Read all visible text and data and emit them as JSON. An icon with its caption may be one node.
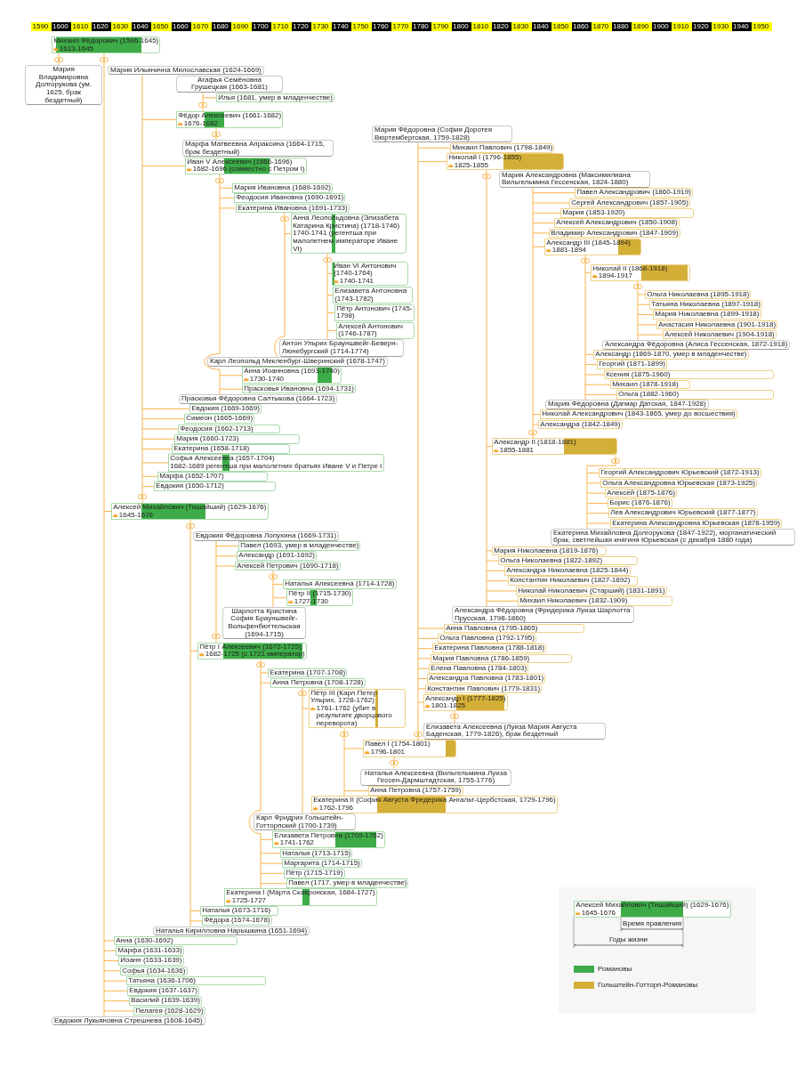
{
  "diagram": {
    "nodes": [
      {
        "text": [
          "Михаил Фёдорович (1596-1645)",
          "1613-1645"
        ]
      },
      {
        "text": [],
        "shape": "rings"
      },
      {
        "text": [],
        "shape": "rings"
      },
      {
        "text": [
          "Мария Владимировна Долгорукова (ум. 1625, брак бездетный)"
        ]
      },
      {
        "text": [
          "Мария Ильинична Милославская (1624-1669)"
        ]
      },
      {
        "text": [
          "Агафья Семёновна Грушецкая (1663-1681)"
        ]
      },
      {
        "text": [
          "Илья (1681, умер в младенчестве)"
        ]
      },
      {
        "text": [],
        "shape": "rings"
      },
      {
        "text": [
          "Фёдор Алексеевич (1661-1682)",
          "1676-1682"
        ]
      },
      {
        "text": [],
        "shape": "rings"
      },
      {
        "text": [
          "Марфа Матвеевна Апраксина (1664-1715, брак бездетный)"
        ]
      },
      {
        "text": [
          "Иван V Алексеевич (1666-1696)",
          "1682-1696 (совместно с Петром I)"
        ]
      },
      {
        "text": [],
        "shape": "rings"
      },
      {
        "text": [
          "Мария Ивановна (1689-1692)"
        ]
      },
      {
        "text": [
          "Феодосия Ивановна (1690-1691)"
        ]
      },
      {
        "text": [
          "Екатерина Ивановна (1691-1733)"
        ]
      },
      {
        "text": [],
        "shape": "rings"
      },
      {
        "text": [
          "Анна Леопольдовна (Элизабета Катарина Кристина) (1718-1746)",
          "1740-1741 (регентша при малолетнем императоре Иване VI)"
        ]
      },
      {
        "text": [],
        "shape": "rings"
      },
      {
        "text": [
          "Иван VI Антонович (1740-1764)",
          "1740-1741"
        ]
      },
      {
        "text": [
          "Елизавета Антоновна (1743-1782)"
        ]
      },
      {
        "text": [
          "Пётр Антонович (1745-1798)"
        ]
      },
      {
        "text": [
          "Алексей Антонович (1746-1787)"
        ]
      },
      {
        "text": [
          "Антон Ульрих Брауншвейг-Беверн-Люнебургский (1714-1774)"
        ]
      },
      {
        "text": [
          "Мария Фёдоровна (София Доротея Вюртембергская, 1759-1828)"
        ]
      },
      {
        "text": [
          "Карл Леопольд Мекленбург-Шверинский (1678-1747)"
        ]
      },
      {
        "text": [
          "Михаил Павлович (1798-1849)"
        ]
      },
      {
        "text": [
          "Анна Иоанновна (1693-1740)",
          "1730-1740"
        ]
      },
      {
        "text": [
          "Николай I (1796-1855)",
          "1825-1855"
        ]
      },
      {
        "text": [
          "Прасковья Ивановна (1694-1731)"
        ]
      },
      {
        "text": [],
        "shape": "rings"
      },
      {
        "text": [
          "Мария Александровна (Максимилиана Вильгельмина Гессенская, 1824-1880)"
        ]
      },
      {
        "text": [
          "Прасковья Фёдоровна Салтыкова (1664-1723)"
        ]
      },
      {
        "text": [
          "Павел Александрович (1860-1919)"
        ]
      },
      {
        "text": [
          "Евдокия (1669-1669)"
        ]
      },
      {
        "text": [
          "Сергей Александрович (1857-1905)"
        ]
      },
      {
        "text": [
          "Симеон (1665-1669)"
        ]
      },
      {
        "text": [
          "Мария (1853-1920)"
        ]
      },
      {
        "text": [
          "Феодосия (1662-1713)"
        ]
      },
      {
        "text": [
          "Алексей Александрович (1850-1908)"
        ]
      },
      {
        "text": [
          "Мария (1660-1723)"
        ]
      },
      {
        "text": [
          "Владимир Александрович (1847-1909)"
        ]
      },
      {
        "text": [
          "Екатерина (1658-1718)"
        ]
      },
      {
        "text": [
          "Александр III (1845-1894)",
          "1881-1894"
        ]
      },
      {
        "text": [
          "Софья Алексеевна (1657-1704)",
          "1682-1689 регентша при малолетних братьях Иване V и Петре I"
        ]
      },
      {
        "text": [],
        "shape": "rings"
      },
      {
        "text": [
          "Николай II (1868-1918)",
          "1894-1917"
        ]
      },
      {
        "text": [
          "Марфа (1652-1707)"
        ]
      },
      {
        "text": [
          "Евдокия (1650-1712)"
        ]
      },
      {
        "text": [],
        "shape": "rings"
      },
      {
        "text": [],
        "shape": "rings"
      },
      {
        "text": [
          "Ольга Николаевна (1895-1918)"
        ]
      },
      {
        "text": [
          "Алексей Михайлович (Тишайший) (1629-1676)",
          "1645-1676"
        ]
      },
      {
        "text": [
          "Татьяна Николаевна (1897-1918)"
        ]
      },
      {
        "text": [
          "Мария Николаевна (1899-1918)"
        ]
      },
      {
        "text": [
          "Анастасия Николаевна (1901-1918)"
        ]
      },
      {
        "text": [],
        "shape": "rings"
      },
      {
        "text": [
          "Алексей Николаевич (1904-1918)"
        ]
      },
      {
        "text": [
          "Евдокия Фёдоровна Лопухина (1669-1731)"
        ]
      },
      {
        "text": [
          "Александра Фёдоровна (Алиса Гессенская, 1872-1918)"
        ]
      },
      {
        "text": [
          "Павел (1693, умер в младенчестве)"
        ]
      },
      {
        "text": [
          "Александр (1691-1692)"
        ]
      },
      {
        "text": [
          "Александр (1869-1870, умер в младенчестве)"
        ]
      },
      {
        "text": [
          "Алексей Петрович (1690-1718)"
        ]
      },
      {
        "text": [
          "Георгий (1871-1899)"
        ]
      },
      {
        "text": [
          "Ксения (1875-1960)"
        ]
      },
      {
        "text": [],
        "shape": "rings"
      },
      {
        "text": [
          "Наталья Алексеевна (1714-1728)"
        ]
      },
      {
        "text": [
          "Михаил (1878-1918)"
        ]
      },
      {
        "text": [
          "Ольга (1882-1960)"
        ]
      },
      {
        "text": [
          "Пётр II (1715-1730)",
          "1727-1730"
        ]
      },
      {
        "text": [
          "Мария Фёдоровна (Дагмар Датская, 1847-1928)"
        ]
      },
      {
        "text": [
          "Шарлотта Кристина София Брауншвейг-Вольфенбюттельская (1694-1715)"
        ]
      },
      {
        "text": [
          "Николай Александрович (1843-1865, умер до восшествия)"
        ]
      },
      {
        "text": [],
        "shape": "rings"
      },
      {
        "text": [
          "Александра (1842-1849)"
        ]
      },
      {
        "text": [],
        "shape": "rings"
      },
      {
        "text": [
          "Пётр I Алексеевич (1672-1725)",
          "1682-1725 (с 1721 император)"
        ]
      },
      {
        "text": [
          "Александр II (1818-1881)",
          "1855-1881"
        ]
      },
      {
        "text": [],
        "shape": "rings"
      },
      {
        "text": [
          "Екатерина (1707-1708)"
        ]
      },
      {
        "text": [],
        "shape": "rings"
      },
      {
        "text": [
          "Анна Петровна (1708-1728)"
        ]
      },
      {
        "text": [
          "Георгий Александрович Юрьевский (1872-1913)"
        ]
      },
      {
        "text": [],
        "shape": "rings"
      },
      {
        "text": [
          "Ольга Александровна Юрьевская (1873-1925)"
        ]
      },
      {
        "text": [
          "Пётр III (Карл Петер Ульрих, 1728-1762)",
          "1761-1762 (убит в результате дворцового переворота)"
        ]
      },
      {
        "text": [
          "Алексей (1875-1876)"
        ]
      },
      {
        "text": [
          "Борис (1876-1876)"
        ]
      },
      {
        "text": [],
        "shape": "rings"
      },
      {
        "text": [
          "Лев Александрович Юрьевский (1877-1877)"
        ]
      },
      {
        "text": [
          "Екатерина Александровна Юрьевская (1878-1959)"
        ]
      },
      {
        "text": [
          "Екатерина Михайловна Долгорукова (1847-1922), морганатический брак, светлейшая княгиня Юрьевская (с декабря 1880 года)"
        ]
      },
      {
        "text": [
          "Мария Николаевна (1819-1876)"
        ]
      },
      {
        "text": [
          "Ольга Николаевна (1822-1892)"
        ]
      },
      {
        "text": [
          "Александра Николаевна (1825-1844)"
        ]
      },
      {
        "text": [
          "Константин Николаевич (1827-1892)"
        ]
      },
      {
        "text": [
          "Николай Николаевич (Старший) (1831-1891)"
        ]
      },
      {
        "text": [
          "Михаил Николаевич (1832-1909)"
        ]
      },
      {
        "text": [
          "Александра Фёдоровна (Фридерика Луиза Шарлотта Прусская, 1798-1860)"
        ]
      },
      {
        "text": [
          "Анна Павловна (1795-1865)"
        ]
      },
      {
        "text": [
          "Ольга Павловна (1792-1795)"
        ]
      },
      {
        "text": [
          "Екатерина Павловна (1788-1818)"
        ]
      },
      {
        "text": [
          "Мария Павловна (1786-1859)"
        ]
      },
      {
        "text": [
          "Елена Павловна (1784-1803)"
        ]
      },
      {
        "text": [
          "Александра Павловна (1783-1801)"
        ]
      },
      {
        "text": [
          "Константин Павлович (1779-1831)"
        ]
      },
      {
        "text": [
          "Александр I (1777-1825)",
          "1801-1825"
        ]
      },
      {
        "text": [],
        "shape": "rings"
      },
      {
        "text": [
          "Елизавета Алексеевна (Луиза Мария Августа Баденская, 1779-1826), брак бездетный"
        ]
      },
      {
        "text": [],
        "shape": "rings"
      },
      {
        "text": [
          "Павел I (1754-1801)",
          "1796-1801"
        ]
      },
      {
        "text": [],
        "shape": "rings"
      },
      {
        "text": [
          "Наталья Алексеевна (Вильгельмина Луиза Гессен-Дармштадтская, 1755-1776)"
        ]
      },
      {
        "text": [
          "Анна Петровна (1757-1759)"
        ]
      },
      {
        "text": [
          "Екатерина II (София Августа Фредерика Ангальт-Цербстская, 1729-1796)",
          "1762-1796"
        ]
      },
      {
        "text": [
          "Карл Фридрих Гольштейн-Готторпский (1700-1739)"
        ]
      },
      {
        "text": [
          "Елизавета Петровна (1709-1762)",
          "1741-1762"
        ]
      },
      {
        "text": [
          "Наталья (1713-1715)"
        ]
      },
      {
        "text": [
          "Маргарита (1714-1715)"
        ]
      },
      {
        "text": [
          "Пётр (1715-1719)"
        ]
      },
      {
        "text": [
          "Павел (1717, умер в младенчестве)"
        ]
      },
      {
        "text": [
          "Екатерина I (Марта Скавронская, 1684-1727)",
          "1725-1727"
        ]
      },
      {
        "text": [
          "Наталья (1673-1716)"
        ]
      },
      {
        "text": [
          "Фёдора (1674-1678)"
        ]
      },
      {
        "text": [
          "Наталья Кирилловна Нарышкина (1651-1694)"
        ]
      },
      {
        "text": [
          "Анна (1630-1692)"
        ]
      },
      {
        "text": [
          "Марфа (1631-1633)"
        ]
      },
      {
        "text": [
          "Иоанн (1633-1639)"
        ]
      },
      {
        "text": [
          "Софья (1634-1636)"
        ]
      },
      {
        "text": [
          "Татьяна (1636-1706)"
        ]
      },
      {
        "text": [
          "Евдокия (1637-1637)"
        ]
      },
      {
        "text": [
          "Василий (1639-1639)"
        ]
      },
      {
        "text": [
          "Пелагея (1628-1629)"
        ]
      },
      {
        "text": [
          "Евдокия Лукьяновна Стрешнева (1608-1645)"
        ]
      },
      {
        "text": [
          "Алексей Михайлович (Тишайший) (1629-1676)",
          "1645-1676"
        ]
      }
    ],
    "edges": [
      {
        "from": 0,
        "to": 1,
        "arrow": "none"
      },
      {
        "from": 1,
        "to": 3,
        "arrow": "none"
      },
      {
        "from": 0,
        "to": 2,
        "arrow": "none"
      },
      {
        "from": 2,
        "to": 52,
        "arrow": "none"
      },
      {
        "from": 2,
        "to": 126,
        "arrow": "none"
      },
      {
        "from": 2,
        "to": 127,
        "arrow": "none"
      },
      {
        "from": 2,
        "to": 128,
        "arrow": "none"
      },
      {
        "from": 2,
        "to": 129,
        "arrow": "none"
      },
      {
        "from": 2,
        "to": 130,
        "arrow": "none"
      },
      {
        "from": 2,
        "to": 131,
        "arrow": "none"
      },
      {
        "from": 2,
        "to": 132,
        "arrow": "none"
      },
      {
        "from": 2,
        "to": 133,
        "arrow": "none"
      },
      {
        "from": 2,
        "to": 134,
        "arrow": "none"
      },
      {
        "from": 8,
        "to": 7,
        "arrow": "none"
      },
      {
        "from": 7,
        "to": 6,
        "arrow": "none"
      },
      {
        "from": 7,
        "to": 5,
        "arrow": "none"
      },
      {
        "from": 8,
        "to": 9,
        "arrow": "none"
      },
      {
        "from": 9,
        "to": 10,
        "arrow": "none"
      },
      {
        "from": 11,
        "to": 12,
        "arrow": "none"
      },
      {
        "from": 12,
        "to": 13,
        "arrow": "none"
      },
      {
        "from": 12,
        "to": 14,
        "arrow": "none"
      },
      {
        "from": 12,
        "to": 15,
        "arrow": "none"
      },
      {
        "from": 12,
        "to": 27,
        "arrow": "none"
      },
      {
        "from": 12,
        "to": 29,
        "arrow": "none"
      },
      {
        "from": 12,
        "to": 32,
        "arrow": "none"
      },
      {
        "from": 15,
        "to": 16,
        "arrow": "none"
      },
      {
        "from": 16,
        "to": 17,
        "arrow": "none"
      },
      {
        "from": 16,
        "to": 25,
        "arrow": "none"
      },
      {
        "from": 17,
        "to": 18,
        "arrow": "none"
      },
      {
        "from": 18,
        "to": 19,
        "arrow": "none"
      },
      {
        "from": 18,
        "to": 20,
        "arrow": "none"
      },
      {
        "from": 18,
        "to": 21,
        "arrow": "none"
      },
      {
        "from": 18,
        "to": 22,
        "arrow": "none"
      },
      {
        "from": 18,
        "to": 23,
        "arrow": "none"
      },
      {
        "from": 28,
        "to": 30,
        "arrow": "none"
      },
      {
        "from": 30,
        "to": 78,
        "arrow": "none"
      },
      {
        "from": 30,
        "to": 93,
        "arrow": "none"
      },
      {
        "from": 30,
        "to": 94,
        "arrow": "none"
      },
      {
        "from": 30,
        "to": 95,
        "arrow": "none"
      },
      {
        "from": 30,
        "to": 96,
        "arrow": "none"
      },
      {
        "from": 30,
        "to": 97,
        "arrow": "none"
      },
      {
        "from": 30,
        "to": 98,
        "arrow": "none"
      },
      {
        "from": 30,
        "to": 99,
        "arrow": "none"
      },
      {
        "from": 43,
        "to": 45,
        "arrow": "none"
      },
      {
        "from": 45,
        "to": 46,
        "arrow": "none"
      },
      {
        "from": 45,
        "to": 62,
        "arrow": "none"
      },
      {
        "from": 45,
        "to": 64,
        "arrow": "none"
      },
      {
        "from": 45,
        "to": 65,
        "arrow": "none"
      },
      {
        "from": 45,
        "to": 68,
        "arrow": "none"
      },
      {
        "from": 45,
        "to": 69,
        "arrow": "none"
      },
      {
        "from": 45,
        "to": 71,
        "arrow": "none"
      },
      {
        "from": 46,
        "to": 49,
        "arrow": "none"
      },
      {
        "from": 49,
        "to": 51,
        "arrow": "none"
      },
      {
        "from": 49,
        "to": 53,
        "arrow": "none"
      },
      {
        "from": 49,
        "to": 54,
        "arrow": "none"
      },
      {
        "from": 49,
        "to": 55,
        "arrow": "none"
      },
      {
        "from": 49,
        "to": 57,
        "arrow": "none"
      },
      {
        "from": 49,
        "to": 59,
        "arrow": "none"
      },
      {
        "from": 52,
        "to": 50,
        "arrow": "none"
      },
      {
        "from": 50,
        "to": 48,
        "arrow": "none"
      },
      {
        "from": 50,
        "to": 47,
        "arrow": "none"
      },
      {
        "from": 50,
        "to": 44,
        "arrow": "none"
      },
      {
        "from": 50,
        "to": 42,
        "arrow": "none"
      },
      {
        "from": 50,
        "to": 40,
        "arrow": "none"
      },
      {
        "from": 50,
        "to": 38,
        "arrow": "none"
      },
      {
        "from": 50,
        "to": 36,
        "arrow": "none"
      },
      {
        "from": 50,
        "to": 34,
        "arrow": "none"
      },
      {
        "from": 50,
        "to": 11,
        "arrow": "none"
      },
      {
        "from": 50,
        "to": 8,
        "arrow": "none"
      },
      {
        "from": 50,
        "to": 4,
        "arrow": "none"
      },
      {
        "from": 52,
        "to": 56,
        "arrow": "none"
      },
      {
        "from": 56,
        "to": 77,
        "arrow": "none"
      },
      {
        "from": 56,
        "to": 123,
        "arrow": "none"
      },
      {
        "from": 56,
        "to": 124,
        "arrow": "none"
      },
      {
        "from": 56,
        "to": 125,
        "arrow": "none"
      },
      {
        "from": 63,
        "to": 66,
        "arrow": "none"
      },
      {
        "from": 66,
        "to": 67,
        "arrow": "none"
      },
      {
        "from": 66,
        "to": 70,
        "arrow": "none"
      },
      {
        "from": 66,
        "to": 72,
        "arrow": "none"
      },
      {
        "from": 77,
        "to": 74,
        "arrow": "none"
      },
      {
        "from": 74,
        "to": 63,
        "arrow": "none"
      },
      {
        "from": 74,
        "to": 61,
        "arrow": "none"
      },
      {
        "from": 74,
        "to": 60,
        "arrow": "none"
      },
      {
        "from": 74,
        "to": 58,
        "arrow": "none"
      },
      {
        "from": 78,
        "to": 76,
        "arrow": "none"
      },
      {
        "from": 76,
        "to": 75,
        "arrow": "none"
      },
      {
        "from": 76,
        "to": 73,
        "arrow": "none"
      },
      {
        "from": 76,
        "to": 43,
        "arrow": "none"
      },
      {
        "from": 76,
        "to": 41,
        "arrow": "none"
      },
      {
        "from": 76,
        "to": 39,
        "arrow": "none"
      },
      {
        "from": 76,
        "to": 37,
        "arrow": "none"
      },
      {
        "from": 76,
        "to": 35,
        "arrow": "none"
      },
      {
        "from": 76,
        "to": 33,
        "arrow": "none"
      },
      {
        "from": 76,
        "to": 31,
        "arrow": "none"
      },
      {
        "from": 77,
        "to": 79,
        "arrow": "none"
      },
      {
        "from": 79,
        "to": 80,
        "arrow": "none"
      },
      {
        "from": 79,
        "to": 82,
        "arrow": "none"
      },
      {
        "from": 79,
        "to": 117,
        "arrow": "none"
      },
      {
        "from": 79,
        "to": 118,
        "arrow": "none"
      },
      {
        "from": 79,
        "to": 119,
        "arrow": "none"
      },
      {
        "from": 79,
        "to": 120,
        "arrow": "none"
      },
      {
        "from": 79,
        "to": 121,
        "arrow": "none"
      },
      {
        "from": 79,
        "to": 122,
        "arrow": "none"
      },
      {
        "from": 78,
        "to": 81,
        "arrow": "none"
      },
      {
        "from": 81,
        "to": 83,
        "arrow": "none"
      },
      {
        "from": 81,
        "to": 85,
        "arrow": "none"
      },
      {
        "from": 81,
        "to": 87,
        "arrow": "none"
      },
      {
        "from": 81,
        "to": 88,
        "arrow": "none"
      },
      {
        "from": 81,
        "to": 90,
        "arrow": "none"
      },
      {
        "from": 81,
        "to": 91,
        "arrow": "none"
      },
      {
        "from": 81,
        "to": 92,
        "arrow": "none"
      },
      {
        "from": 82,
        "to": 84,
        "arrow": "none"
      },
      {
        "from": 84,
        "to": 86,
        "arrow": "none"
      },
      {
        "from": 84,
        "to": 116,
        "arrow": "none"
      },
      {
        "from": 86,
        "to": 89,
        "arrow": "none"
      },
      {
        "from": 89,
        "to": 111,
        "arrow": "none"
      },
      {
        "from": 89,
        "to": 114,
        "arrow": "none"
      },
      {
        "from": 89,
        "to": 115,
        "arrow": "none"
      },
      {
        "from": 107,
        "to": 108,
        "arrow": "none"
      },
      {
        "from": 108,
        "to": 109,
        "arrow": "none"
      },
      {
        "from": 111,
        "to": 110,
        "arrow": "none"
      },
      {
        "from": 110,
        "to": 107,
        "arrow": "none"
      },
      {
        "from": 110,
        "to": 106,
        "arrow": "none"
      },
      {
        "from": 110,
        "to": 105,
        "arrow": "none"
      },
      {
        "from": 110,
        "to": 104,
        "arrow": "none"
      },
      {
        "from": 110,
        "to": 103,
        "arrow": "none"
      },
      {
        "from": 110,
        "to": 102,
        "arrow": "none"
      },
      {
        "from": 110,
        "to": 101,
        "arrow": "none"
      },
      {
        "from": 110,
        "to": 100,
        "arrow": "none"
      },
      {
        "from": 110,
        "to": 28,
        "arrow": "none"
      },
      {
        "from": 110,
        "to": 26,
        "arrow": "none"
      },
      {
        "from": 110,
        "to": 24,
        "arrow": "none"
      },
      {
        "from": 111,
        "to": 112,
        "arrow": "none"
      },
      {
        "from": 112,
        "to": 113,
        "arrow": "none"
      }
    ],
    "labels": [
      "1590",
      "1600",
      "1610",
      "1620",
      "1630",
      "1640",
      "1650",
      "1660",
      "1670",
      "1680",
      "1690",
      "1700",
      "1710",
      "1720",
      "1730",
      "1740",
      "1750",
      "1760",
      "1770",
      "1780",
      "1790",
      "1800",
      "1810",
      "1820",
      "1830",
      "1840",
      "1850",
      "1860",
      "1870",
      "1880",
      "1890",
      "1900",
      "1910",
      "1920",
      "1930",
      "1940",
      "1950",
      "Время правления",
      "Годы жизни"
    ],
    "legend": [
      {
        "text": "Романовы",
        "color": "#3dab47"
      },
      {
        "text": "Гольштейн-Готторп-Романовы",
        "color": "#d4af37"
      }
    ]
  }
}
